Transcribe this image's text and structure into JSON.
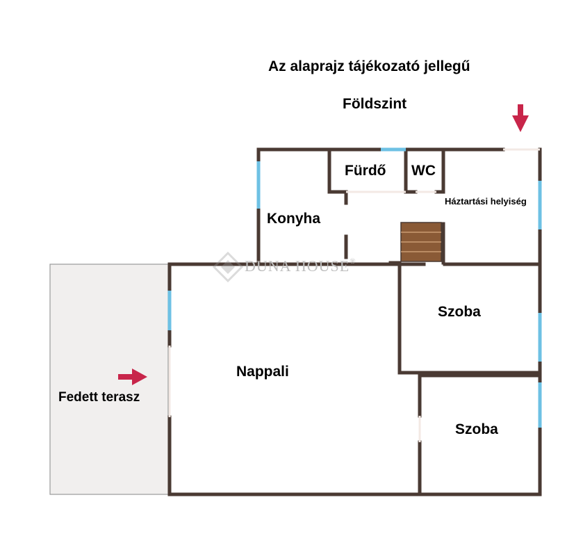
{
  "header": {
    "title": "Az alaprajz tájékozató jellegű",
    "floor": "Földszint"
  },
  "rooms": {
    "furdo": "Fürdő",
    "wc": "WC",
    "haztartasi": "Háztartási helyiség",
    "konyha": "Konyha",
    "nappali": "Nappali",
    "szoba_1": "Szoba",
    "szoba_2": "Szoba",
    "terasz": "Fedett terasz"
  },
  "watermark": {
    "brand": "DUNA HOUSE",
    "mark": "®"
  },
  "colors": {
    "wall": "#4a3a33",
    "window": "#6ec1e4",
    "terrace_fill": "#f1efee",
    "arrow": "#c8254a",
    "stairs": "#8a5a36"
  },
  "icons": {
    "entrance_arrow_down": "arrow-down-icon",
    "entrance_arrow_right": "arrow-right-icon",
    "logo": "diamond-logo-icon"
  }
}
